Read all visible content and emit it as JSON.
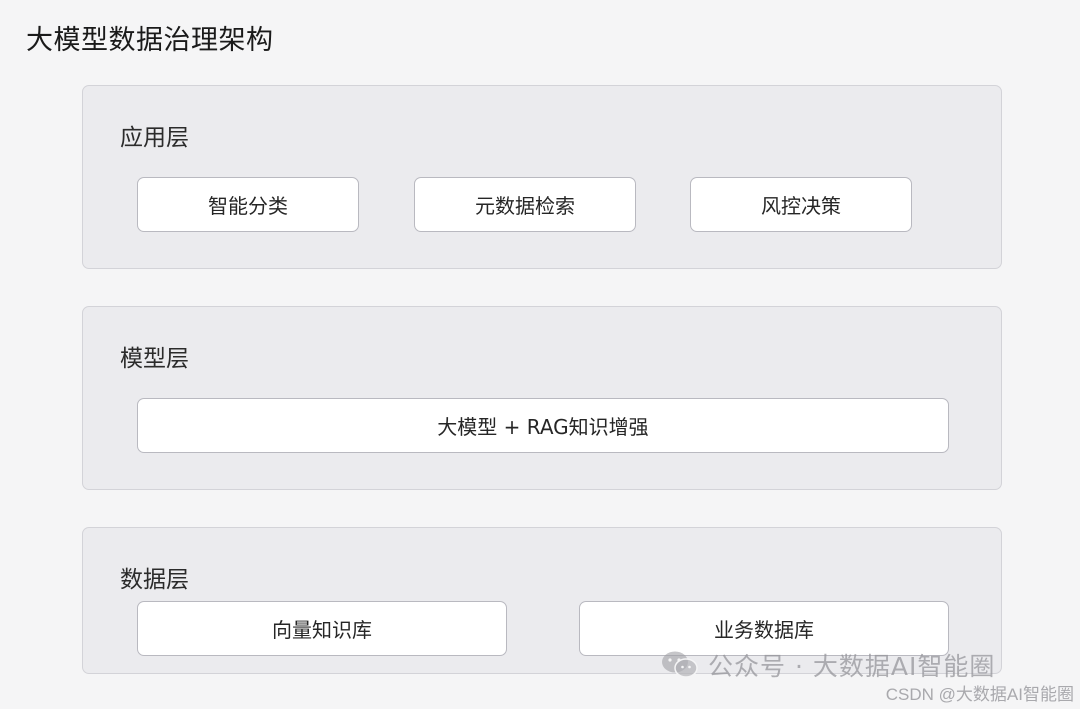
{
  "title": "大模型数据治理架构",
  "layers": [
    {
      "title": "应用层",
      "nodes": [
        "智能分类",
        "元数据检索",
        "风控决策"
      ]
    },
    {
      "title": "模型层",
      "nodes": [
        "大模型 + RAG知识增强"
      ]
    },
    {
      "title": "数据层",
      "nodes": [
        "向量知识库",
        "业务数据库"
      ]
    }
  ],
  "watermark": {
    "icon": "wechat-icon",
    "text": "公众号 · 大数据AI智能圈"
  },
  "credit": "CSDN @大数据AI智能圈",
  "colors": {
    "background": "#f5f5f6",
    "layer_fill": "#ebebee",
    "layer_border": "#d3d3d8",
    "node_fill": "#ffffff",
    "node_border": "#b9b9c0"
  }
}
